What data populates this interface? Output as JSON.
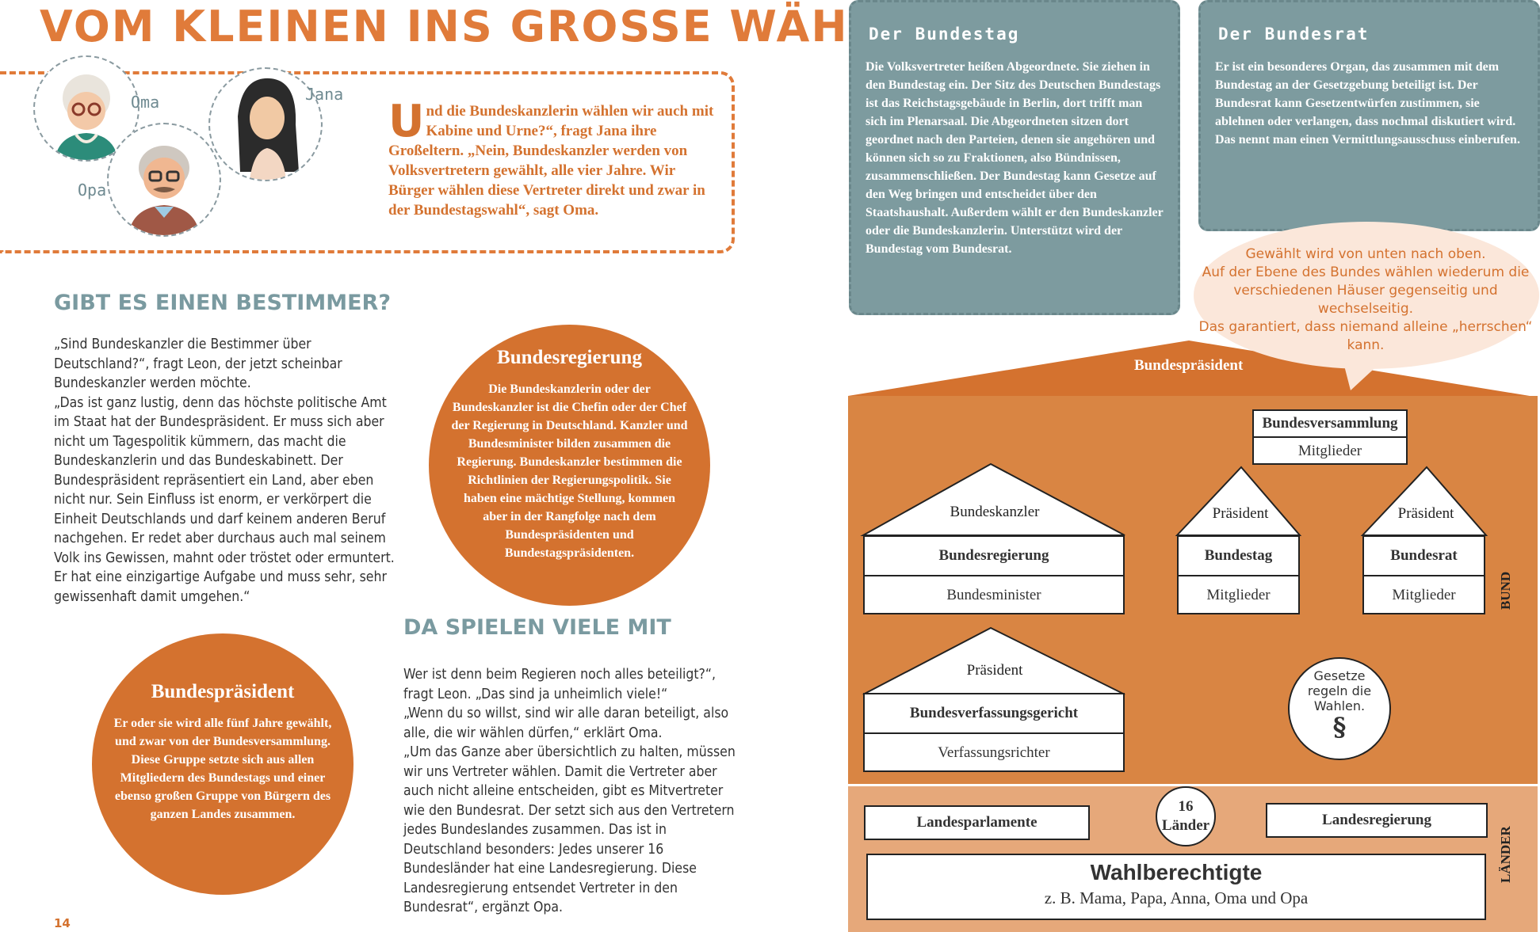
{
  "title": "VOM KLEINEN INS GROSSE WÄHLEN",
  "characters": {
    "oma": "Oma",
    "opa": "Opa",
    "jana": "Jana"
  },
  "intro": {
    "dropcap": "U",
    "text": "nd die Bundeskanzlerin wählen wir auch mit Kabine und Urne?“, fragt Jana ihre Großeltern. „Nein, Bundeskanzler werden von Volksvertretern gewählt, alle vier Jahre. Wir Bürger wählen diese Vertreter direkt und zwar in der Bundestagswahl“, sagt Oma."
  },
  "section1": {
    "heading": "GIBT ES EINEN BESTIMMER?",
    "p1": "„Sind Bundeskanzler die Bestimmer über Deutschland?“, fragt Leon, der jetzt scheinbar Bundeskanzler werden möchte.",
    "p2": "„Das ist ganz lustig, denn das höchste politische Amt im Staat hat der Bundespräsident. Er muss sich aber nicht um Tagespolitik kümmern, das macht die Bundeskanzlerin und das Bundeskabinett. Der Bundespräsident repräsentiert ein Land, aber eben nicht nur. Sein Einfluss ist enorm, er verkörpert die Einheit Deutschlands und darf keinem anderen Beruf nachgehen. Er redet aber durchaus auch mal seinem Volk ins Gewissen, mahnt oder tröstet oder ermuntert. Er hat eine einzigartige Aufgabe und muss sehr, sehr gewissenhaft damit umgehen.“"
  },
  "circle_regierung": {
    "title": "Bundesregierung",
    "text": "Die Bundeskanzlerin oder der Bundeskanzler ist die Chefin oder der Chef der Regierung in Deutschland. Kanzler und Bundesminister bilden zusammen die Regierung. Bundeskanzler bestimmen die Richtlinien der Regierungspolitik. Sie haben eine mächtige Stellung, kommen aber in der Rangfolge nach dem Bundespräsidenten und Bundestagspräsidenten."
  },
  "circle_praesident": {
    "title": "Bundespräsident",
    "text": "Er oder sie wird alle fünf Jahre gewählt, und zwar von der Bundesversammlung. Diese Gruppe setzte sich aus allen Mitgliedern des Bundestags und einer ebenso großen Gruppe von Bürgern des ganzen Landes zusammen."
  },
  "section2": {
    "heading": "DA SPIELEN VIELE MIT",
    "p1": "Wer ist denn beim Regieren noch alles beteiligt?“, fragt Leon. „Das sind ja unheimlich viele!“",
    "p2": "„Wenn du so willst, sind wir alle daran beteiligt, also alle, die wir wählen dürfen,“ erklärt Oma.",
    "p3": "„Um das Ganze aber übersichtlich zu halten, müssen wir uns Vertreter wählen. Damit die Vertreter aber auch nicht alleine entscheiden, gibt es Mitvertreter wie den Bundesrat. Der setzt sich aus den Vertretern jedes Bundeslandes zusammen. Das ist in Deutschland besonders: Jedes unserer 16 Bundesländer hat eine Landesregierung. Diese Landesregierung entsendet Vertreter in den Bundesrat“, ergänzt Opa."
  },
  "page_number": "14",
  "bundestag_box": {
    "title": "Der Bundestag",
    "text": "Die Volksvertreter heißen Abgeordnete. Sie ziehen in den Bundestag ein. Der Sitz des Deutschen Bundestags ist das Reichstagsgebäude in Berlin, dort trifft man sich im Plenarsaal. Die Abgeordneten sitzen dort geordnet nach den Parteien, denen sie angehören und können sich so zu Fraktionen, also Bündnissen, zusammenschließen. Der Bundestag kann Gesetze auf den Weg bringen und entscheidet über den Staatshaushalt. Außerdem wählt er den Bundeskanzler oder die Bundeskanzlerin. Unterstützt wird der Bundestag vom Bundesrat."
  },
  "bundesrat_box": {
    "title": "Der Bundesrat",
    "text": "Er ist ein besonderes Organ, das zusammen mit dem Bundestag an der Gesetzgebung beteiligt ist. Der Bundesrat kann Gesetzentwürfen zustimmen, sie ablehnen oder verlangen, dass nochmal diskutiert wird. Das nennt man einen Vermittlungsausschuss einberufen."
  },
  "bubble": {
    "line1": "Gewählt wird von unten nach oben.",
    "line2": "Auf der Ebene des Bundes wählen wiederum die verschiedenen Häuser gegenseitig und wechselseitig.",
    "line3": "Das garantiert, dass niemand alleine „herrschen“ kann."
  },
  "diagram": {
    "roof_label": "Bundespräsident",
    "versammlung": {
      "name": "Bundesversammlung",
      "members": "Mitglieder"
    },
    "regierung": {
      "top": "Bundeskanzler",
      "name": "Bundesregierung",
      "members": "Bundesminister"
    },
    "bundestag": {
      "top": "Präsident",
      "name": "Bundestag",
      "members": "Mitglieder"
    },
    "bundesrat": {
      "top": "Präsident",
      "name": "Bundesrat",
      "members": "Mitglieder"
    },
    "verfassung": {
      "top": "Präsident",
      "name": "Bundesverfassungsgericht",
      "members": "Verfassungsrichter"
    },
    "gesetze": {
      "text": "Gesetze regeln die Wahlen.",
      "symbol": "§"
    },
    "bund_label": "BUND",
    "laender_label": "LÄNDER",
    "landesparlamente": "Landesparlamente",
    "landesregierung": "Landesregierung",
    "laender_count": "16",
    "laender_word": "Länder",
    "wahlberechtigte": {
      "title": "Wahlberechtigte",
      "sub": "z. B. Mama, Papa, Anna, Oma und Opa"
    },
    "colors": {
      "bund": "#d98543",
      "laender": "#e6a87a",
      "roof": "#d4722f"
    }
  }
}
